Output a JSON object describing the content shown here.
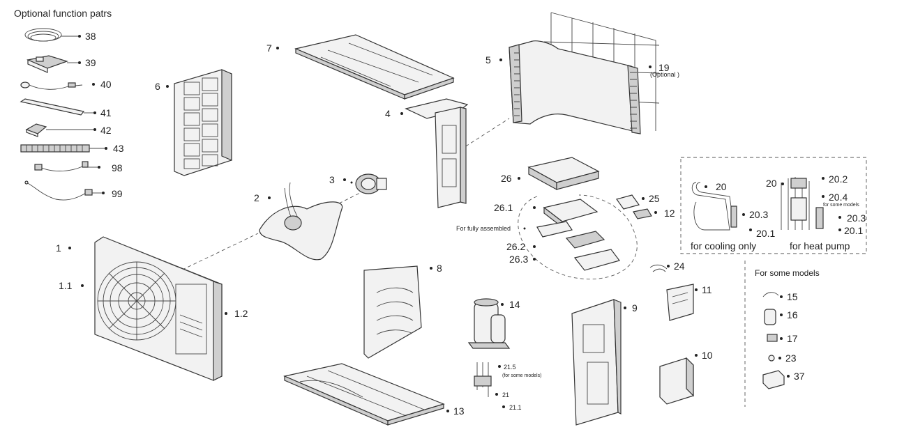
{
  "title": "Optional function patrs",
  "callouts": {
    "p1": "1",
    "p1_1": "1.1",
    "p1_2": "1.2",
    "p2": "2",
    "p3": "3",
    "p4": "4",
    "p5": "5",
    "p6": "6",
    "p7": "7",
    "p8": "8",
    "p9": "9",
    "p10": "10",
    "p11": "11",
    "p12": "12",
    "p13": "13",
    "p14": "14",
    "p15": "15",
    "p16": "16",
    "p17": "17",
    "p19": "19",
    "p19_note": "(Optional )",
    "p20a": "20",
    "p20_3a": "20.3",
    "p20_1a": "20.1",
    "p20b": "20",
    "p20_2": "20.2",
    "p20_4": "20.4",
    "p20_4_note": "for some models",
    "p20_3b": "20.3",
    "p20_1b": "20.1",
    "p21": "21",
    "p21_1": "21.1",
    "p21_5": "21.5",
    "p21_5_note": "(for some models)",
    "p23": "23",
    "p24": "24",
    "p25": "25",
    "p26": "26",
    "p26_1": "26.1",
    "p26_2": "26.2",
    "p26_3": "26.3",
    "p37": "37",
    "p38": "38",
    "p39": "39",
    "p40": "40",
    "p41": "41",
    "p42": "42",
    "p43": "43",
    "p98": "98",
    "p99": "99"
  },
  "notes": {
    "fully_assembled": "For fully  assembled",
    "cooling_only": "for cooling only",
    "heat_pump": "for heat pump",
    "some_models": "For some models"
  }
}
